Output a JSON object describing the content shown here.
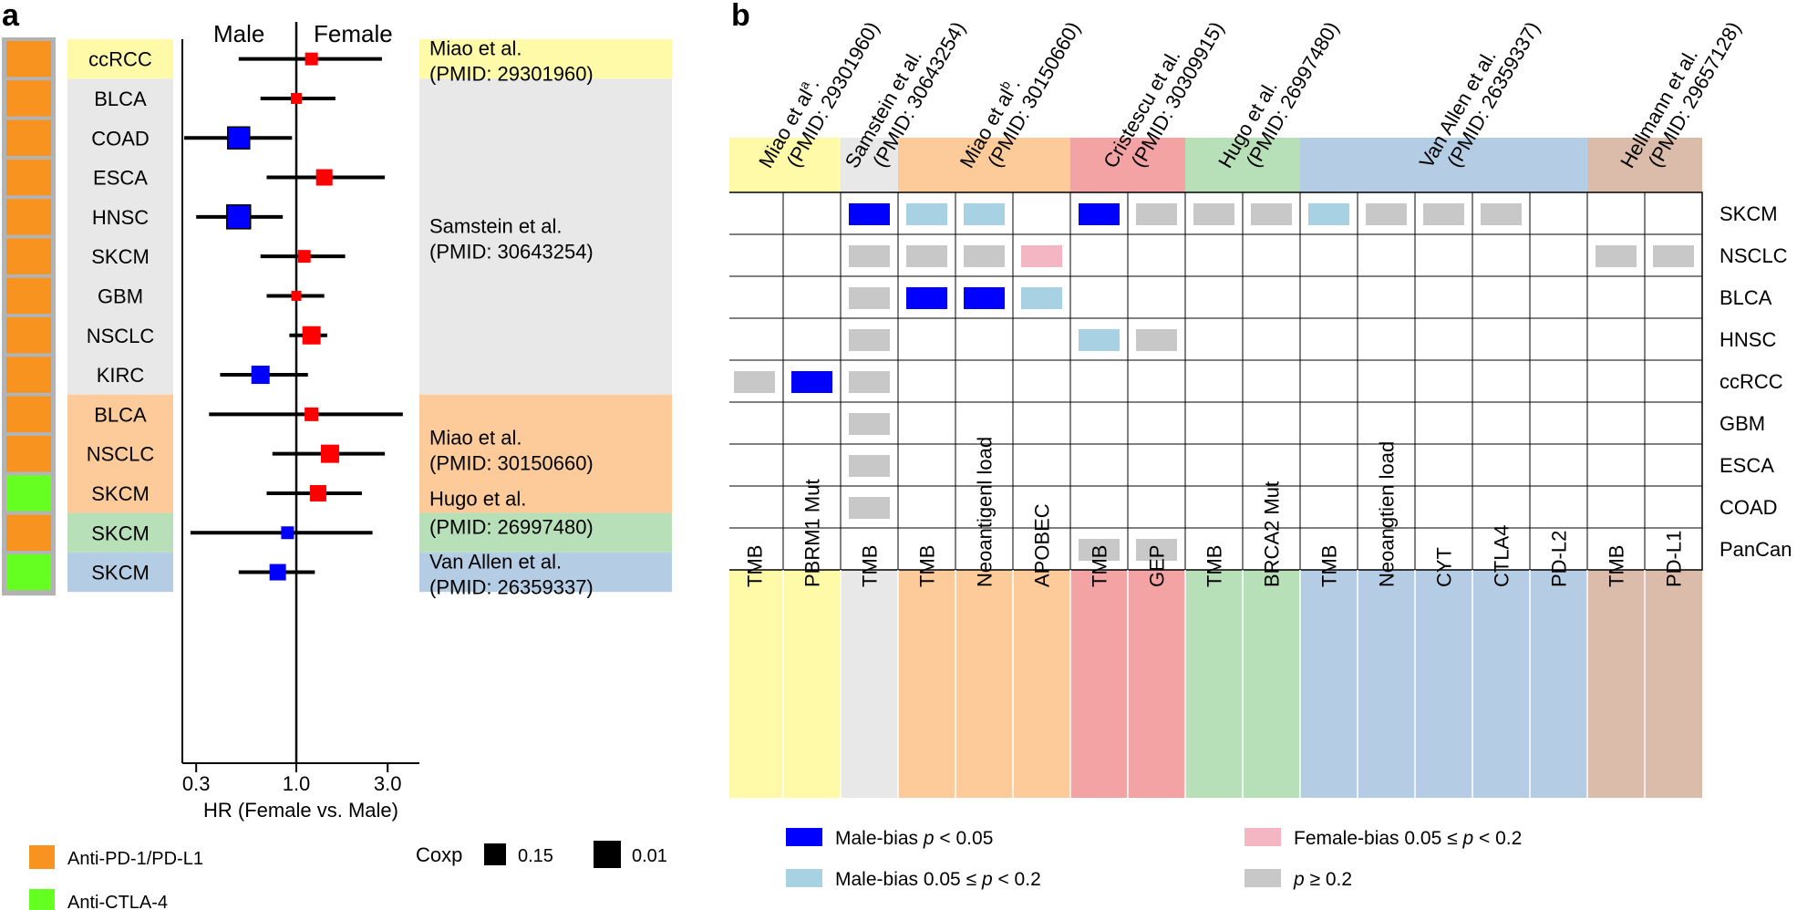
{
  "panel_a": {
    "label": "a",
    "axis_header_left": "Male",
    "axis_header_right": "Female",
    "xlabel": "HR (Female vs. Male)",
    "xticks": [
      {
        "label": "0.3",
        "value": 0.3
      },
      {
        "label": "1.0",
        "value": 1.0
      },
      {
        "label": "3.0",
        "value": 3.0
      }
    ],
    "rows": [
      {
        "cancer": "ccRCC",
        "therapy": "Anti-PD-1/PD-L1",
        "hr": 1.2,
        "lo": 0.5,
        "hi": 2.8,
        "color": "#ff0000",
        "size": 14
      },
      {
        "cancer": "BLCA",
        "therapy": "Anti-PD-1/PD-L1",
        "hr": 1.0,
        "lo": 0.65,
        "hi": 1.6,
        "color": "#ff0000",
        "size": 12
      },
      {
        "cancer": "COAD",
        "therapy": "Anti-PD-1/PD-L1",
        "hr": 0.5,
        "lo": 0.25,
        "hi": 0.95,
        "color": "#0000ff",
        "size": 24
      },
      {
        "cancer": "ESCA",
        "therapy": "Anti-PD-1/PD-L1",
        "hr": 1.4,
        "lo": 0.7,
        "hi": 2.9,
        "color": "#ff0000",
        "size": 18
      },
      {
        "cancer": "HNSC",
        "therapy": "Anti-PD-1/PD-L1",
        "hr": 0.5,
        "lo": 0.3,
        "hi": 0.85,
        "color": "#0000ff",
        "size": 26
      },
      {
        "cancer": "SKCM",
        "therapy": "Anti-PD-1/PD-L1",
        "hr": 1.1,
        "lo": 0.65,
        "hi": 1.8,
        "color": "#ff0000",
        "size": 14
      },
      {
        "cancer": "GBM",
        "therapy": "Anti-PD-1/PD-L1",
        "hr": 1.0,
        "lo": 0.7,
        "hi": 1.4,
        "color": "#ff0000",
        "size": 11
      },
      {
        "cancer": "NSCLC",
        "therapy": "Anti-PD-1/PD-L1",
        "hr": 1.2,
        "lo": 0.92,
        "hi": 1.45,
        "color": "#ff0000",
        "size": 20
      },
      {
        "cancer": "KIRC",
        "therapy": "Anti-PD-1/PD-L1",
        "hr": 0.65,
        "lo": 0.4,
        "hi": 1.15,
        "color": "#0000ff",
        "size": 20
      },
      {
        "cancer": "BLCA",
        "therapy": "Anti-PD-1/PD-L1",
        "hr": 1.2,
        "lo": 0.35,
        "hi": 3.6,
        "color": "#ff0000",
        "size": 15
      },
      {
        "cancer": "NSCLC",
        "therapy": "Anti-PD-1/PD-L1",
        "hr": 1.5,
        "lo": 0.75,
        "hi": 2.9,
        "color": "#ff0000",
        "size": 20
      },
      {
        "cancer": "SKCM",
        "therapy": "Anti-CTLA-4",
        "hr": 1.3,
        "lo": 0.7,
        "hi": 2.2,
        "color": "#ff0000",
        "size": 18
      },
      {
        "cancer": "SKCM",
        "therapy": "Anti-PD-1/PD-L1",
        "hr": 0.9,
        "lo": 0.28,
        "hi": 2.5,
        "color": "#0000ff",
        "size": 14
      },
      {
        "cancer": "SKCM",
        "therapy": "Anti-CTLA-4",
        "hr": 0.8,
        "lo": 0.5,
        "hi": 1.25,
        "color": "#0000ff",
        "size": 18
      }
    ],
    "studies": [
      {
        "line1": "Miao et al.",
        "line2": "(PMID: 29301960)",
        "color": "#fffaa8"
      },
      {
        "line1": "Samstein et al.",
        "line2": "(PMID: 30643254)",
        "color": "#e8e8e8"
      },
      {
        "line1": "Miao et al.",
        "line2": "(PMID: 30150660)",
        "color": "#fccb99"
      },
      {
        "line1": "Hugo et al.",
        "line2": "(PMID: 26997480)",
        "color": "#b7dfb8"
      },
      {
        "line1": "Van Allen et al.",
        "line2": "(PMID: 26359337)",
        "color": "#b4cde4"
      }
    ],
    "legend": {
      "therapy": [
        {
          "label": "Anti-PD-1/PD-L1",
          "color": "#f7931e"
        },
        {
          "label": "Anti-CTLA-4",
          "color": "#66ff22"
        }
      ],
      "coxp_title": "Coxp",
      "coxp_items": [
        "0.15",
        "0.01"
      ]
    }
  },
  "panel_b": {
    "label": "b",
    "studies": [
      {
        "name": "Miao et al",
        "sup": "a",
        "tail": ".",
        "pmid": "(PMID: 29301960)",
        "color": "#fffaa8",
        "cols": 2
      },
      {
        "name": "Samstein et al.",
        "sup": "",
        "tail": "",
        "pmid": "(PMID: 30643254)",
        "color": "#e8e8e8",
        "cols": 1
      },
      {
        "name": "Miao et al",
        "sup": "b",
        "tail": ".",
        "pmid": "(PMID: 30150660)",
        "color": "#fccb99",
        "cols": 3
      },
      {
        "name": "Cristescu et al.",
        "sup": "",
        "tail": "",
        "pmid": "(PMID: 30309915)",
        "color": "#f4a3a5",
        "cols": 2
      },
      {
        "name": "Hugo et al.",
        "sup": "",
        "tail": "",
        "pmid": "(PMID: 26997480)",
        "color": "#b7dfb8",
        "cols": 2
      },
      {
        "name": "Van Allen et al.",
        "sup": "",
        "tail": "",
        "pmid": "(PMID: 26359337)",
        "color": "#b4cde4",
        "cols": 5
      },
      {
        "name": "Hellmann et al.",
        "sup": "",
        "tail": "",
        "pmid": "(PMID: 29657128)",
        "color": "#dbbcaa",
        "cols": 2
      }
    ],
    "columns": [
      "TMB",
      "PBRM1 Mut",
      "TMB",
      "TMB",
      "Neoantigenl load",
      "APOBEC",
      "TMB",
      "GEP",
      "TMB",
      "BRCA2 Mut",
      "TMB",
      "Neoangtien load",
      "CYT",
      "CTLA4",
      "PD-L2",
      "TMB",
      "PD-L1"
    ],
    "rows": [
      "SKCM",
      "NSCLC",
      "BLCA",
      "HNSC",
      "ccRCC",
      "GBM",
      "ESCA",
      "COAD",
      "PanCan"
    ],
    "cells": [
      "..MLL.MGGGLGGG..",
      "..GGGP.........GG",
      "..GMML...........",
      "..G...LG.........",
      "GMG..............",
      "..G..............",
      "..G..............",
      "..G..............",
      "......GG........."
    ],
    "cell_colors": {
      "M": "#0000ff",
      "L": "#a8d1e3",
      "P": "#f4b6c2",
      "G": "#c8c8c8"
    },
    "legend": [
      {
        "key": "M",
        "prefix": "Male-bias ",
        "italic": "p",
        "suffix": " < 0.05"
      },
      {
        "key": "L",
        "prefix": "Male-bias 0.05 ≤ ",
        "italic": "p",
        "suffix": " < 0.2"
      },
      {
        "key": "P",
        "prefix": "Female-bias 0.05 ≤ ",
        "italic": "p",
        "suffix": " < 0.2"
      },
      {
        "key": "G",
        "prefix": "",
        "italic": "p",
        "suffix": " ≥ 0.2"
      }
    ]
  }
}
